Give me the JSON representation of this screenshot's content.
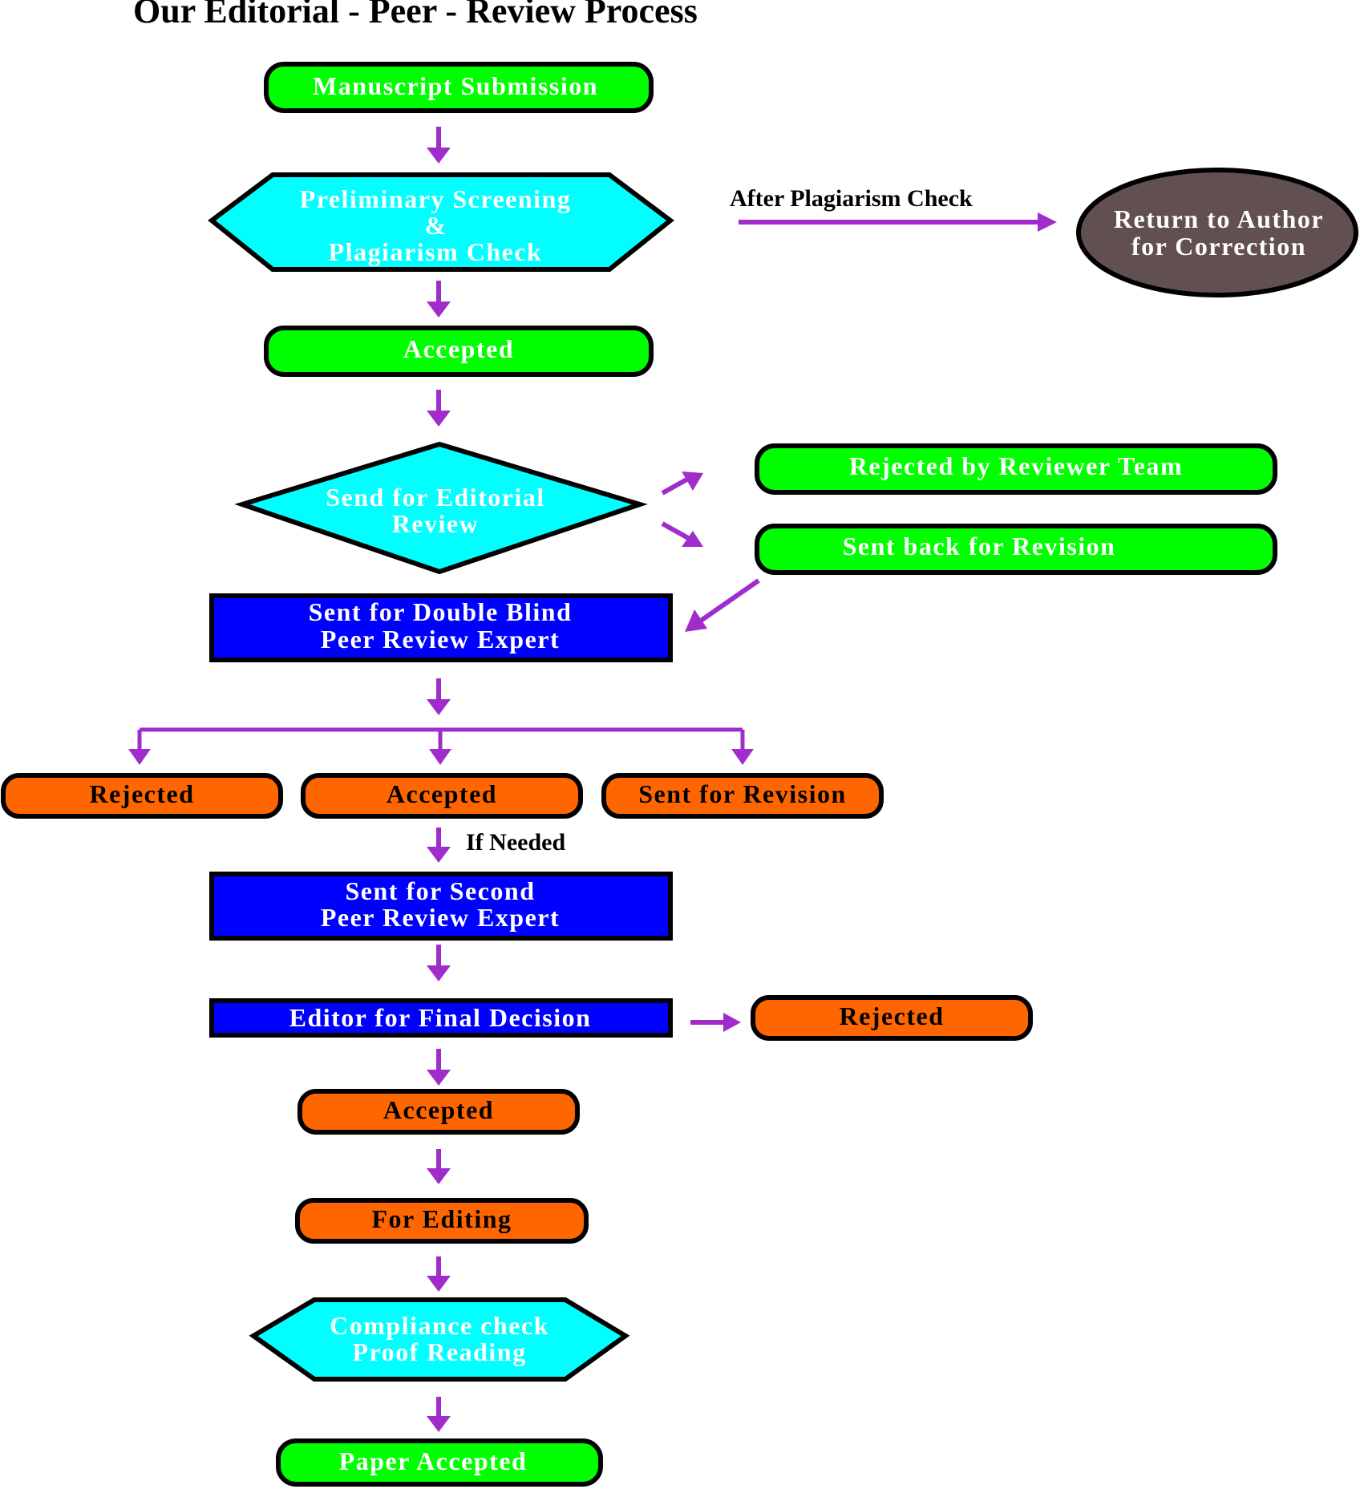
{
  "title": "Our Editorial - Peer - Review Process",
  "colors": {
    "green": "#00ff00",
    "cyan": "#00ffff",
    "blue": "#0000ff",
    "orange": "#ff6600",
    "brown": "#625050",
    "arrow": "#a12ccc",
    "outline": "#000000"
  },
  "nodes": {
    "manuscript_submission": "Manuscript Submission",
    "preliminary_screening": [
      "Preliminary Screening",
      "&",
      "Plagiarism Check"
    ],
    "return_to_author": [
      "Return to Author",
      "for Correction"
    ],
    "accepted_1": "Accepted",
    "editorial_review": [
      "Send for Editorial",
      "Review"
    ],
    "rejected_by_reviewer_team": "Rejected by Reviewer Team",
    "sent_back_for_revision": "Sent back for Revision",
    "double_blind_review": [
      "Sent for Double Blind",
      "Peer Review Expert"
    ],
    "outcome_rejected": "Rejected",
    "outcome_accepted": "Accepted",
    "outcome_sent_for_revision": "Sent for Revision",
    "second_peer_review": [
      "Sent for Second",
      "Peer Review Expert"
    ],
    "editor_final_decision": "Editor for Final Decision",
    "final_rejected": "Rejected",
    "final_accepted": "Accepted",
    "for_editing": "For Editing",
    "compliance_check": [
      "Compliance check",
      "Proof Reading"
    ],
    "paper_accepted": "Paper Accepted"
  },
  "annotations": {
    "after_plagiarism_check": "After Plagiarism Check",
    "if_needed": "If Needed"
  }
}
